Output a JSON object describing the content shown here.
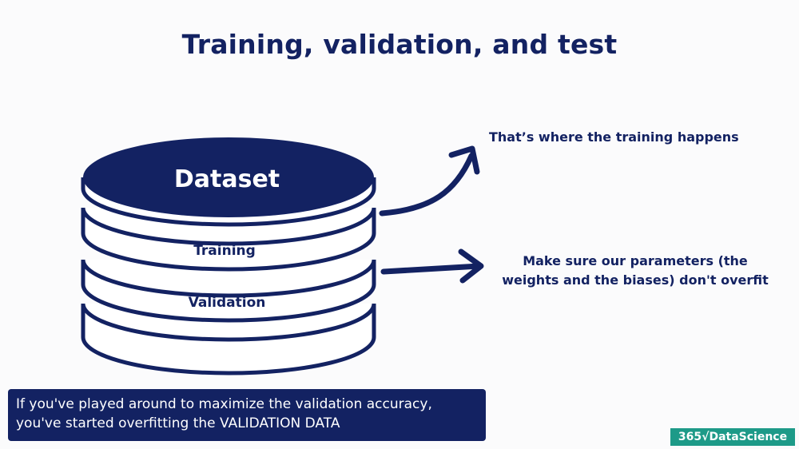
{
  "slide": {
    "title": "Training, validation, and test"
  },
  "dataset": {
    "top_label": "Dataset",
    "layers": [
      "Training",
      "Validation"
    ]
  },
  "annotations": {
    "training": "That’s where the training happens",
    "validation_line1": "Make sure our parameters (the",
    "validation_line2": "weights and the biases) don't overfit"
  },
  "note": {
    "line1": "If you've played around to maximize the validation accuracy,",
    "line2": "you've started overfitting the VALIDATION DATA"
  },
  "logo": {
    "text": "365√DataScience"
  },
  "colors": {
    "navy": "#132262",
    "background": "#fbfbfc",
    "logo_green": "#1d9a88"
  }
}
